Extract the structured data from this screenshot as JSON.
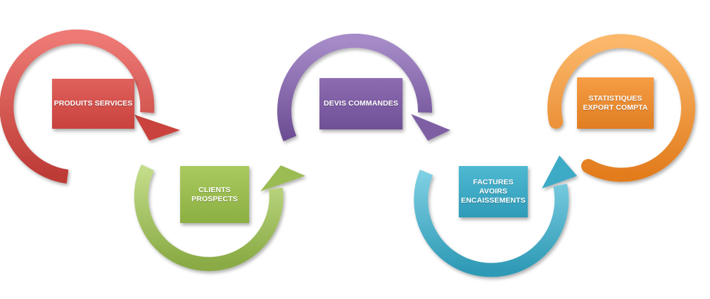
{
  "diagram": {
    "steps": [
      {
        "id": "produits",
        "label": "PRODUITS  SERVICES",
        "color": "#d0504a"
      },
      {
        "id": "clients",
        "label": "CLIENTS\nPROSPECTS",
        "color": "#9bbb52"
      },
      {
        "id": "devis",
        "label": "DEVIS  COMMANDES",
        "color": "#7e5ea4"
      },
      {
        "id": "factures",
        "label": "FACTURES AVOIRS\nENCAISSEMENTS",
        "color": "#3eaac6"
      },
      {
        "id": "stats",
        "label": "STATISTIQUES\nEXPORT COMPTA",
        "color": "#f08c30"
      }
    ]
  }
}
